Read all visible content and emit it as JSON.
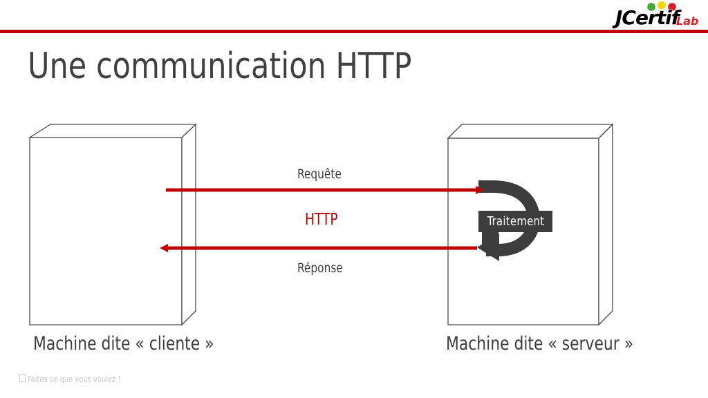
{
  "header": {
    "logo": {
      "name": "jcertif-lab-logo",
      "primary_text": "JCertif",
      "secondary_text": "Lab",
      "dot_colors": [
        "#3faa35",
        "#f2d600",
        "#d81f26"
      ],
      "primary_color": "#000000",
      "secondary_color": "#d81f26"
    },
    "rule_color": "#c00000"
  },
  "title": "Une communication HTTP",
  "diagram": {
    "client_box_label": "Machine dite « cliente »",
    "server_box_label": "Machine dite « serveur »",
    "request_label": "Requête",
    "protocol_label": "HTTP",
    "response_label": "Réponse",
    "processing_label": "Traitement",
    "arrow_color": "#c00000",
    "box_outline_color": "#4a4a4a",
    "box_fill_color": "#ffffff",
    "processing_arrow_color": "#3d3d3d",
    "processing_badge_color": "#3d3d3d"
  },
  "footer": {
    "text": "Faites ce que vous voulez !",
    "color": "#c9c9c9"
  }
}
